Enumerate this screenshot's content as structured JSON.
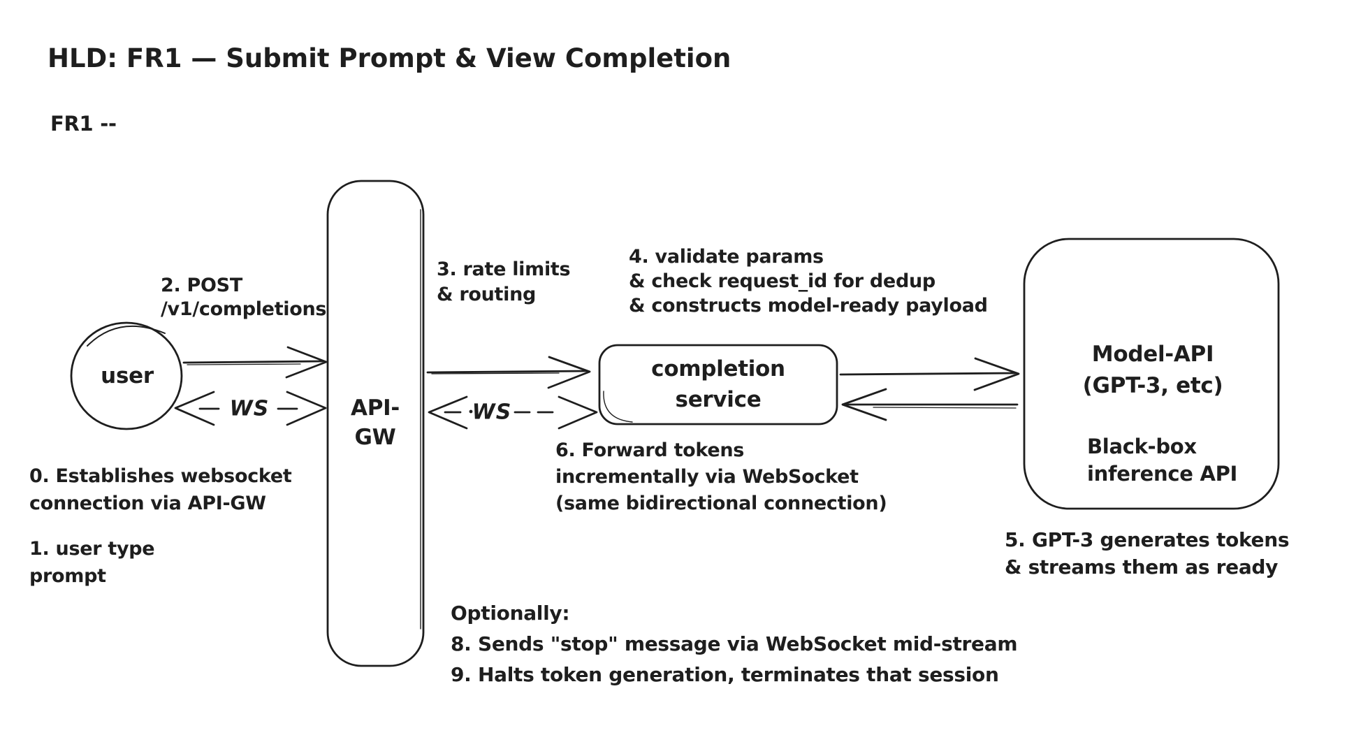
{
  "page": {
    "background": "#ffffff",
    "ink": "#1e1e1e",
    "style": "hand-drawn-whiteboard"
  },
  "header": {
    "title": "HLD: FR1 — Submit Prompt & View Completion",
    "subtitle": "FR1 --"
  },
  "nodes": {
    "user": {
      "label": "user",
      "shape": "circle"
    },
    "api_gw": {
      "label": "API-\nGW",
      "shape": "tall-rounded-rect"
    },
    "completion_service": {
      "label": "completion\nservice",
      "shape": "rounded-rect"
    },
    "model_api": {
      "title": "Model-API\n(GPT-3, etc)",
      "subtitle": "Black-box\ninference API",
      "shape": "rounded-rect"
    }
  },
  "edges": {
    "post": {
      "label": "2. POST\n/v1/completions",
      "from": "user",
      "to": "api_gw",
      "style": "solid-arrow"
    },
    "ws_user_gw": {
      "label": "WS",
      "from": "user",
      "to": "api_gw",
      "style": "dashed-bidirectional"
    },
    "rate": {
      "label": "3. rate limits\n& routing",
      "from": "api_gw",
      "to": "completion_service",
      "style": "solid-arrow"
    },
    "ws_gw_service": {
      "label": "WS",
      "from": "api_gw",
      "to": "completion_service",
      "style": "dashed-bidirectional"
    },
    "service_to_model": {
      "from": "completion_service",
      "to": "model_api",
      "style": "solid-arrow"
    },
    "model_to_service": {
      "from": "model_api",
      "to": "completion_service",
      "style": "solid-arrow"
    }
  },
  "annotations": {
    "step0": "0. Establishes websocket\nconnection via API-GW",
    "step1": "1. user type\nprompt",
    "step4": "4. validate params\n& check request_id for dedup\n& constructs model-ready payload",
    "step5": "5. GPT-3 generates tokens\n& streams them as ready",
    "step6": "6. Forward tokens\nincrementally via WebSocket\n(same bidirectional connection)",
    "optional": "Optionally:\n8. Sends \"stop\" message via WebSocket mid-stream\n9. Halts token generation, terminates that session"
  }
}
